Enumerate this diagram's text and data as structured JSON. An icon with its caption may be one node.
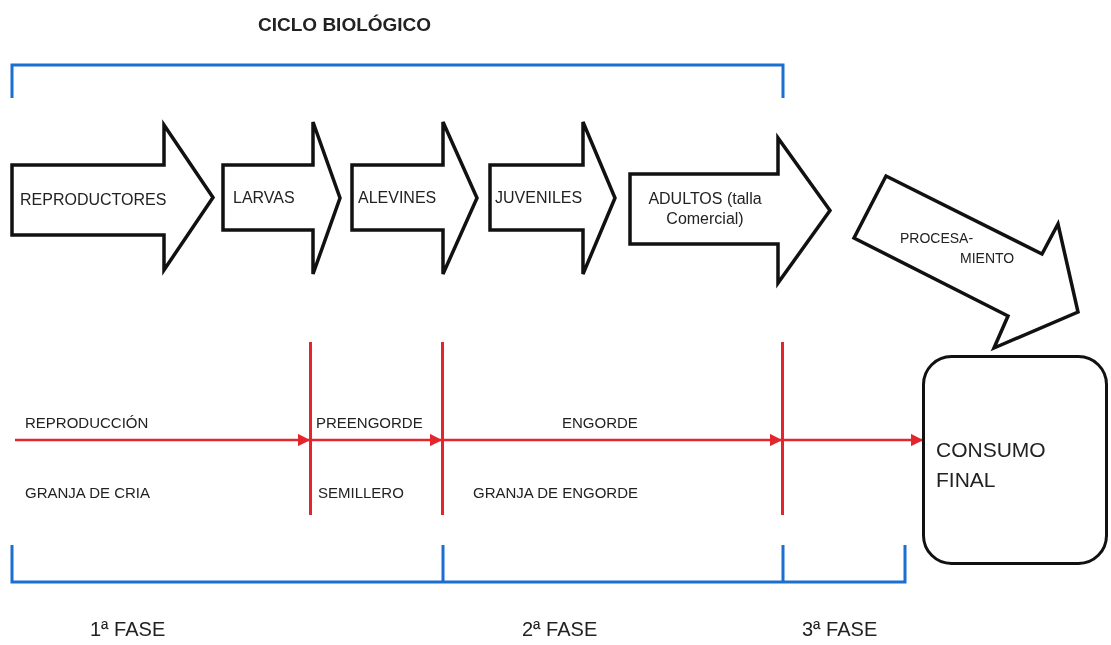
{
  "diagram": {
    "title": "CICLO BIOLÓGICO",
    "nodes": [
      {
        "text": [
          "REPRODUCTORES"
        ]
      },
      {
        "text": [
          "LARVAS"
        ]
      },
      {
        "text": [
          "ALEVINES"
        ]
      },
      {
        "text": [
          "JUVENILES"
        ]
      },
      {
        "text": [
          "ADULTOS (talla Comercial)"
        ]
      },
      {
        "text": [
          "PROCESA- MIENTO"
        ]
      },
      {
        "text": [
          "CONSUMO FINAL"
        ]
      },
      {
        "text": [],
        "shape": "bar"
      },
      {
        "text": [],
        "shape": "bar"
      },
      {
        "text": [],
        "shape": "bar"
      }
    ],
    "edges": [
      {
        "from": null,
        "to": 7,
        "arrow": "to"
      },
      {
        "from": 7,
        "to": 8,
        "arrow": "to"
      },
      {
        "from": 8,
        "to": 9,
        "arrow": "to"
      },
      {
        "from": 9,
        "to": 6,
        "arrow": "to"
      }
    ],
    "labels": [
      "REPRODUCCIÓN",
      "PREENGORDE",
      "ENGORDE",
      "GRANJA DE CRIA",
      "SEMILLERO",
      "GRANJA DE ENGORDE",
      "1ª FASE",
      "2ª FASE",
      "3ª FASE"
    ]
  }
}
